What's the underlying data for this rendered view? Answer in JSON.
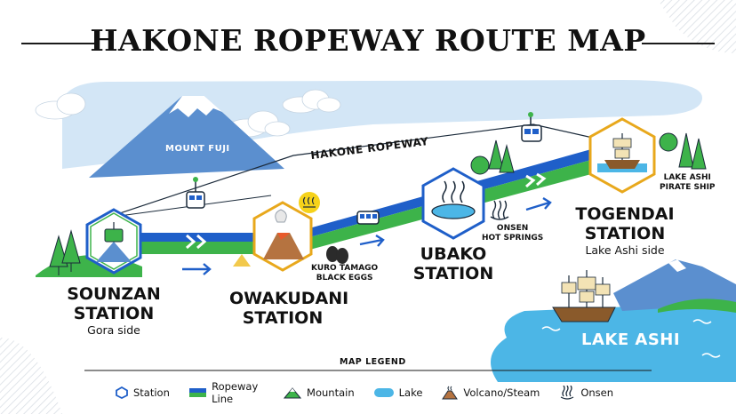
{
  "title": "HAKONE ROPEWAY ROUTE MAP",
  "map_labels": {
    "mount_fuji": "MOUNT FUJI",
    "ropeway": "HAKONE ROPEWAY",
    "kuro_tamago_line1": "KURO TAMAGO",
    "kuro_tamago_line2": "BLACK EGGS",
    "onsen_line1": "ONSEN",
    "onsen_line2": "HOT SPRINGS",
    "pirate_line1": "LAKE ASHI",
    "pirate_line2": "PIRATE SHIP",
    "lake_ashi": "LAKE ASHI"
  },
  "stations": [
    {
      "name_line1": "SOUNZAN",
      "name_line2": "STATION",
      "sub": "Gora side"
    },
    {
      "name_line1": "OWAKUDANI",
      "name_line2": "STATION",
      "sub": ""
    },
    {
      "name_line1": "UBAKO",
      "name_line2": "STATION",
      "sub": ""
    },
    {
      "name_line1": "TOGENDAI",
      "name_line2": "STATION",
      "sub": "Lake Ashi side"
    }
  ],
  "legend": {
    "heading": "MAP LEGEND",
    "items": [
      {
        "label": "Station",
        "icon": "hexagon-icon"
      },
      {
        "label": "Ropeway Line",
        "icon": "ropeway-line-icon"
      },
      {
        "label": "Mountain",
        "icon": "mountain-icon"
      },
      {
        "label": "Lake",
        "icon": "lake-icon"
      },
      {
        "label": "Volcano/Steam",
        "icon": "volcano-icon"
      },
      {
        "label": "Onsen",
        "icon": "onsen-icon"
      }
    ]
  },
  "colors": {
    "route_blue": "#1f5fc9",
    "route_green": "#3db34a",
    "sky": "#cfe3f5",
    "lake": "#4cb6e6",
    "station_gold": "#e8a81c",
    "mountain_blue": "#5b8fcf"
  }
}
